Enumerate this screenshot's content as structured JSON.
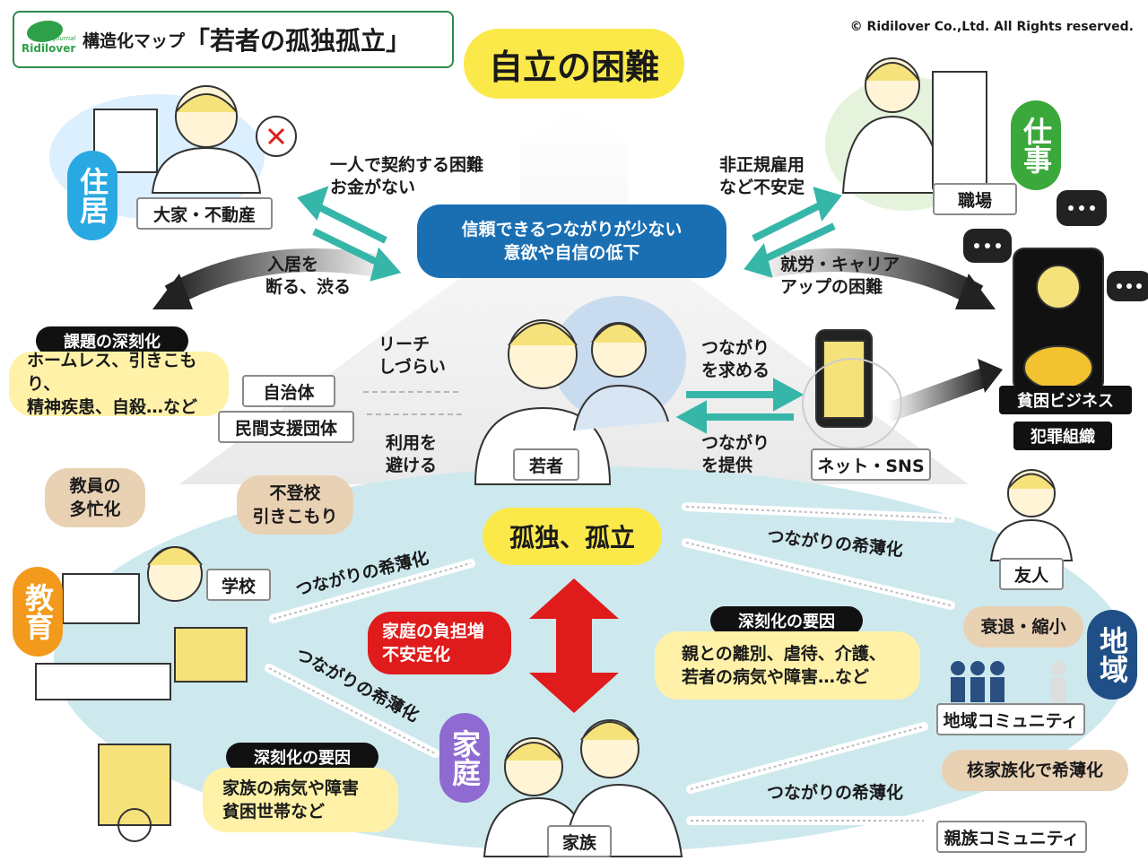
{
  "header": {
    "logo_text": "Ridilover",
    "logo_sub": "Journal",
    "subtitle": "構造化マップ",
    "title": "「若者の孤独孤立」"
  },
  "copyright": "© Ridilover Co.,Ltd. All Rights reserved.",
  "top_goal": "自立の困難",
  "center_cloud": {
    "line1": "信頼できるつながりが少ない",
    "line2": "意欲や自信の低下"
  },
  "center_person": "若者",
  "isolation": "孤独、孤立",
  "housing": {
    "category": "住居",
    "actor": "大家・不動産",
    "issue_line1": "一人で契約する困難",
    "issue_line2": "お金がない",
    "refusal_line1": "入居を",
    "refusal_line2": "断る、渋る",
    "deepening_title": "課題の深刻化",
    "deepening_line1": "ホームレス、引きこもり、",
    "deepening_line2": "精神疾患、自殺…など"
  },
  "work": {
    "category": "仕事",
    "actor": "職場",
    "issue_line1": "非正規雇用",
    "issue_line2": "など不安定",
    "career_line1": "就労・キャリア",
    "career_line2": "アップの困難",
    "poverty_business": "貧困ビジネス",
    "crime": "犯罪組織"
  },
  "support": {
    "government": "自治体",
    "private": "民間支援団体",
    "reach_line1": "リーチ",
    "reach_line2": "しづらい",
    "avoid_line1": "利用を",
    "avoid_line2": "避ける"
  },
  "sns": {
    "actor": "ネット・SNS",
    "seek_line1": "つながり",
    "seek_line2": "を求める",
    "provide_line1": "つながり",
    "provide_line2": "を提供"
  },
  "education": {
    "category": "教育",
    "actor": "学校",
    "teacher_line1": "教員の",
    "teacher_line2": "多忙化",
    "absent_line1": "不登校",
    "absent_line2": "引きこもり",
    "weaken": "つながりの希薄化"
  },
  "family": {
    "category": "家庭",
    "actor": "家族",
    "burden_line1": "家庭の負担増",
    "burden_line2": "不安定化",
    "factor_title": "深刻化の要因",
    "factor_line1": "親との離別、虐待、介護、",
    "factor_line2": "若者の病気や障害…など",
    "weaken": "つながりの希薄化"
  },
  "family_left_factor": {
    "title": "深刻化の要因",
    "line1": "家族の病気や障害",
    "line2": "貧困世帯など"
  },
  "community": {
    "category": "地域",
    "friend": "友人",
    "decline": "衰退・縮小",
    "local": "地域コミュニティ",
    "nuclear": "核家族化で希薄化",
    "relatives": "親族コミュニティ",
    "weaken_friend": "つながりの希薄化",
    "weaken_relatives": "つながりの希薄化"
  },
  "colors": {
    "housing": "#29a9e1",
    "work": "#3aa83a",
    "education": "#f39a1c",
    "family": "#8e6ad1",
    "community": "#1f4f86",
    "cloud": "#1a6fb3",
    "yellow": "#fbe94a",
    "red": "#e01b1b",
    "teal": "#36b6a8",
    "basin": "#cde9ee"
  }
}
